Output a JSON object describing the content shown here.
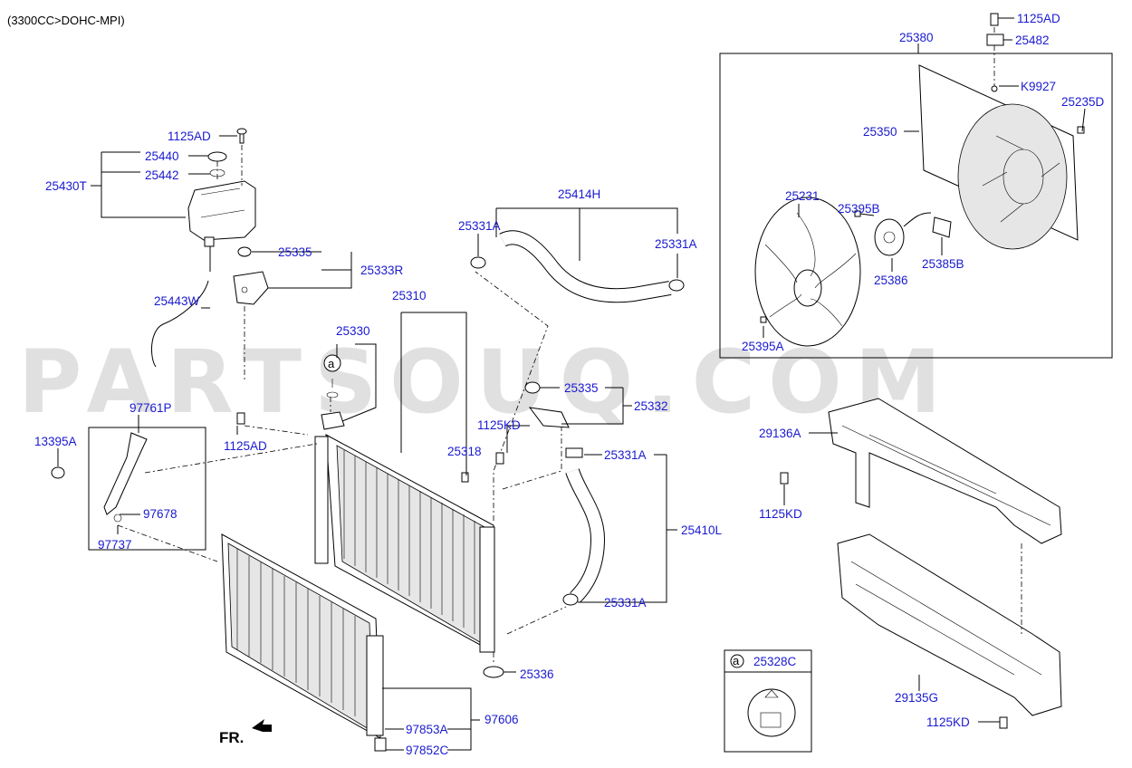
{
  "header": {
    "engine": "(3300CC>DOHC-MPI)"
  },
  "watermark": "PARTSOUQ.COM",
  "front_marker": "FR.",
  "callout_letter": "a",
  "legend": {
    "letter": "a",
    "part": "25328C"
  },
  "labels": {
    "p1125AD_top": "1125AD",
    "p25440": "25440",
    "p25442": "25442",
    "p25430T": "25430T",
    "p25443W": "25443W",
    "p25335_a": "25335",
    "p25333R": "25333R",
    "p25310": "25310",
    "p25330": "25330",
    "p97761P": "97761P",
    "p13395A": "13395A",
    "p1125AD_mid": "1125AD",
    "p97678": "97678",
    "p97737": "97737",
    "p25318": "25318",
    "p25414H": "25414H",
    "p25331A_l": "25331A",
    "p25331A_r": "25331A",
    "p25335_b": "25335",
    "p25332": "25332",
    "p1125KD_a": "1125KD",
    "p25331A_c": "25331A",
    "p25410L": "25410L",
    "p25331A_d": "25331A",
    "p25336": "25336",
    "p97606": "97606",
    "p97853A": "97853A",
    "p97852C": "97852C",
    "p1125AD_fan": "1125AD",
    "p25482": "25482",
    "p25380": "25380",
    "pK9927": "K9927",
    "p25235D": "25235D",
    "p25350": "25350",
    "p25231": "25231",
    "p25395B": "25395B",
    "p25386": "25386",
    "p25385B": "25385B",
    "p25395A": "25395A",
    "p29136A": "29136A",
    "p1125KD_b": "1125KD",
    "p29135G": "29135G",
    "p1125KD_c": "1125KD"
  }
}
